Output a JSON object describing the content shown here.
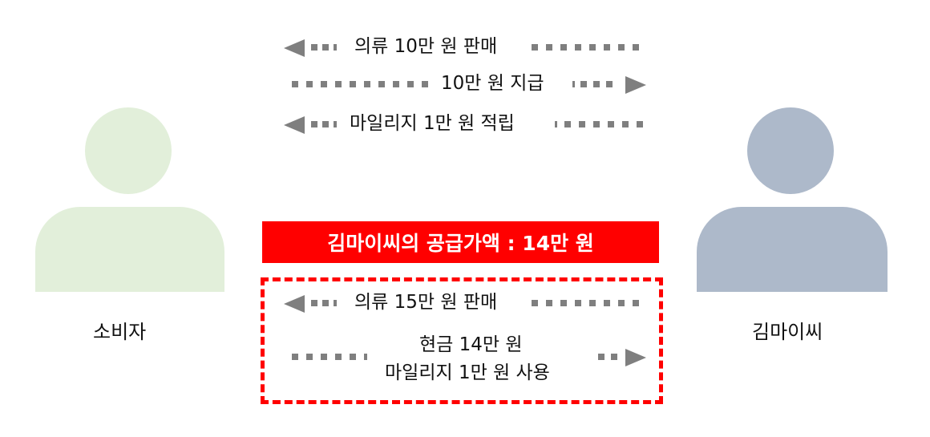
{
  "people": {
    "left": {
      "name": "소비자",
      "color": "#e2efda"
    },
    "right": {
      "name": "김마이씨",
      "color": "#adb9ca"
    }
  },
  "flows_top": [
    {
      "label": "의류 10만 원 판매",
      "direction": "left"
    },
    {
      "label": "10만 원 지급",
      "direction": "right"
    },
    {
      "label": "마일리지 1만 원 적립",
      "direction": "left"
    }
  ],
  "highlight": {
    "title": "김마이씨의 공급가액 : 14만 원",
    "color": "#ff0000"
  },
  "flows_bottom": [
    {
      "label": "의류 15만 원 판매",
      "direction": "left"
    },
    {
      "label_line1": "현금 14만 원",
      "label_line2": "마일리지 1만 원 사용",
      "direction": "right"
    }
  ],
  "arrow_color": "#7f7f7f"
}
